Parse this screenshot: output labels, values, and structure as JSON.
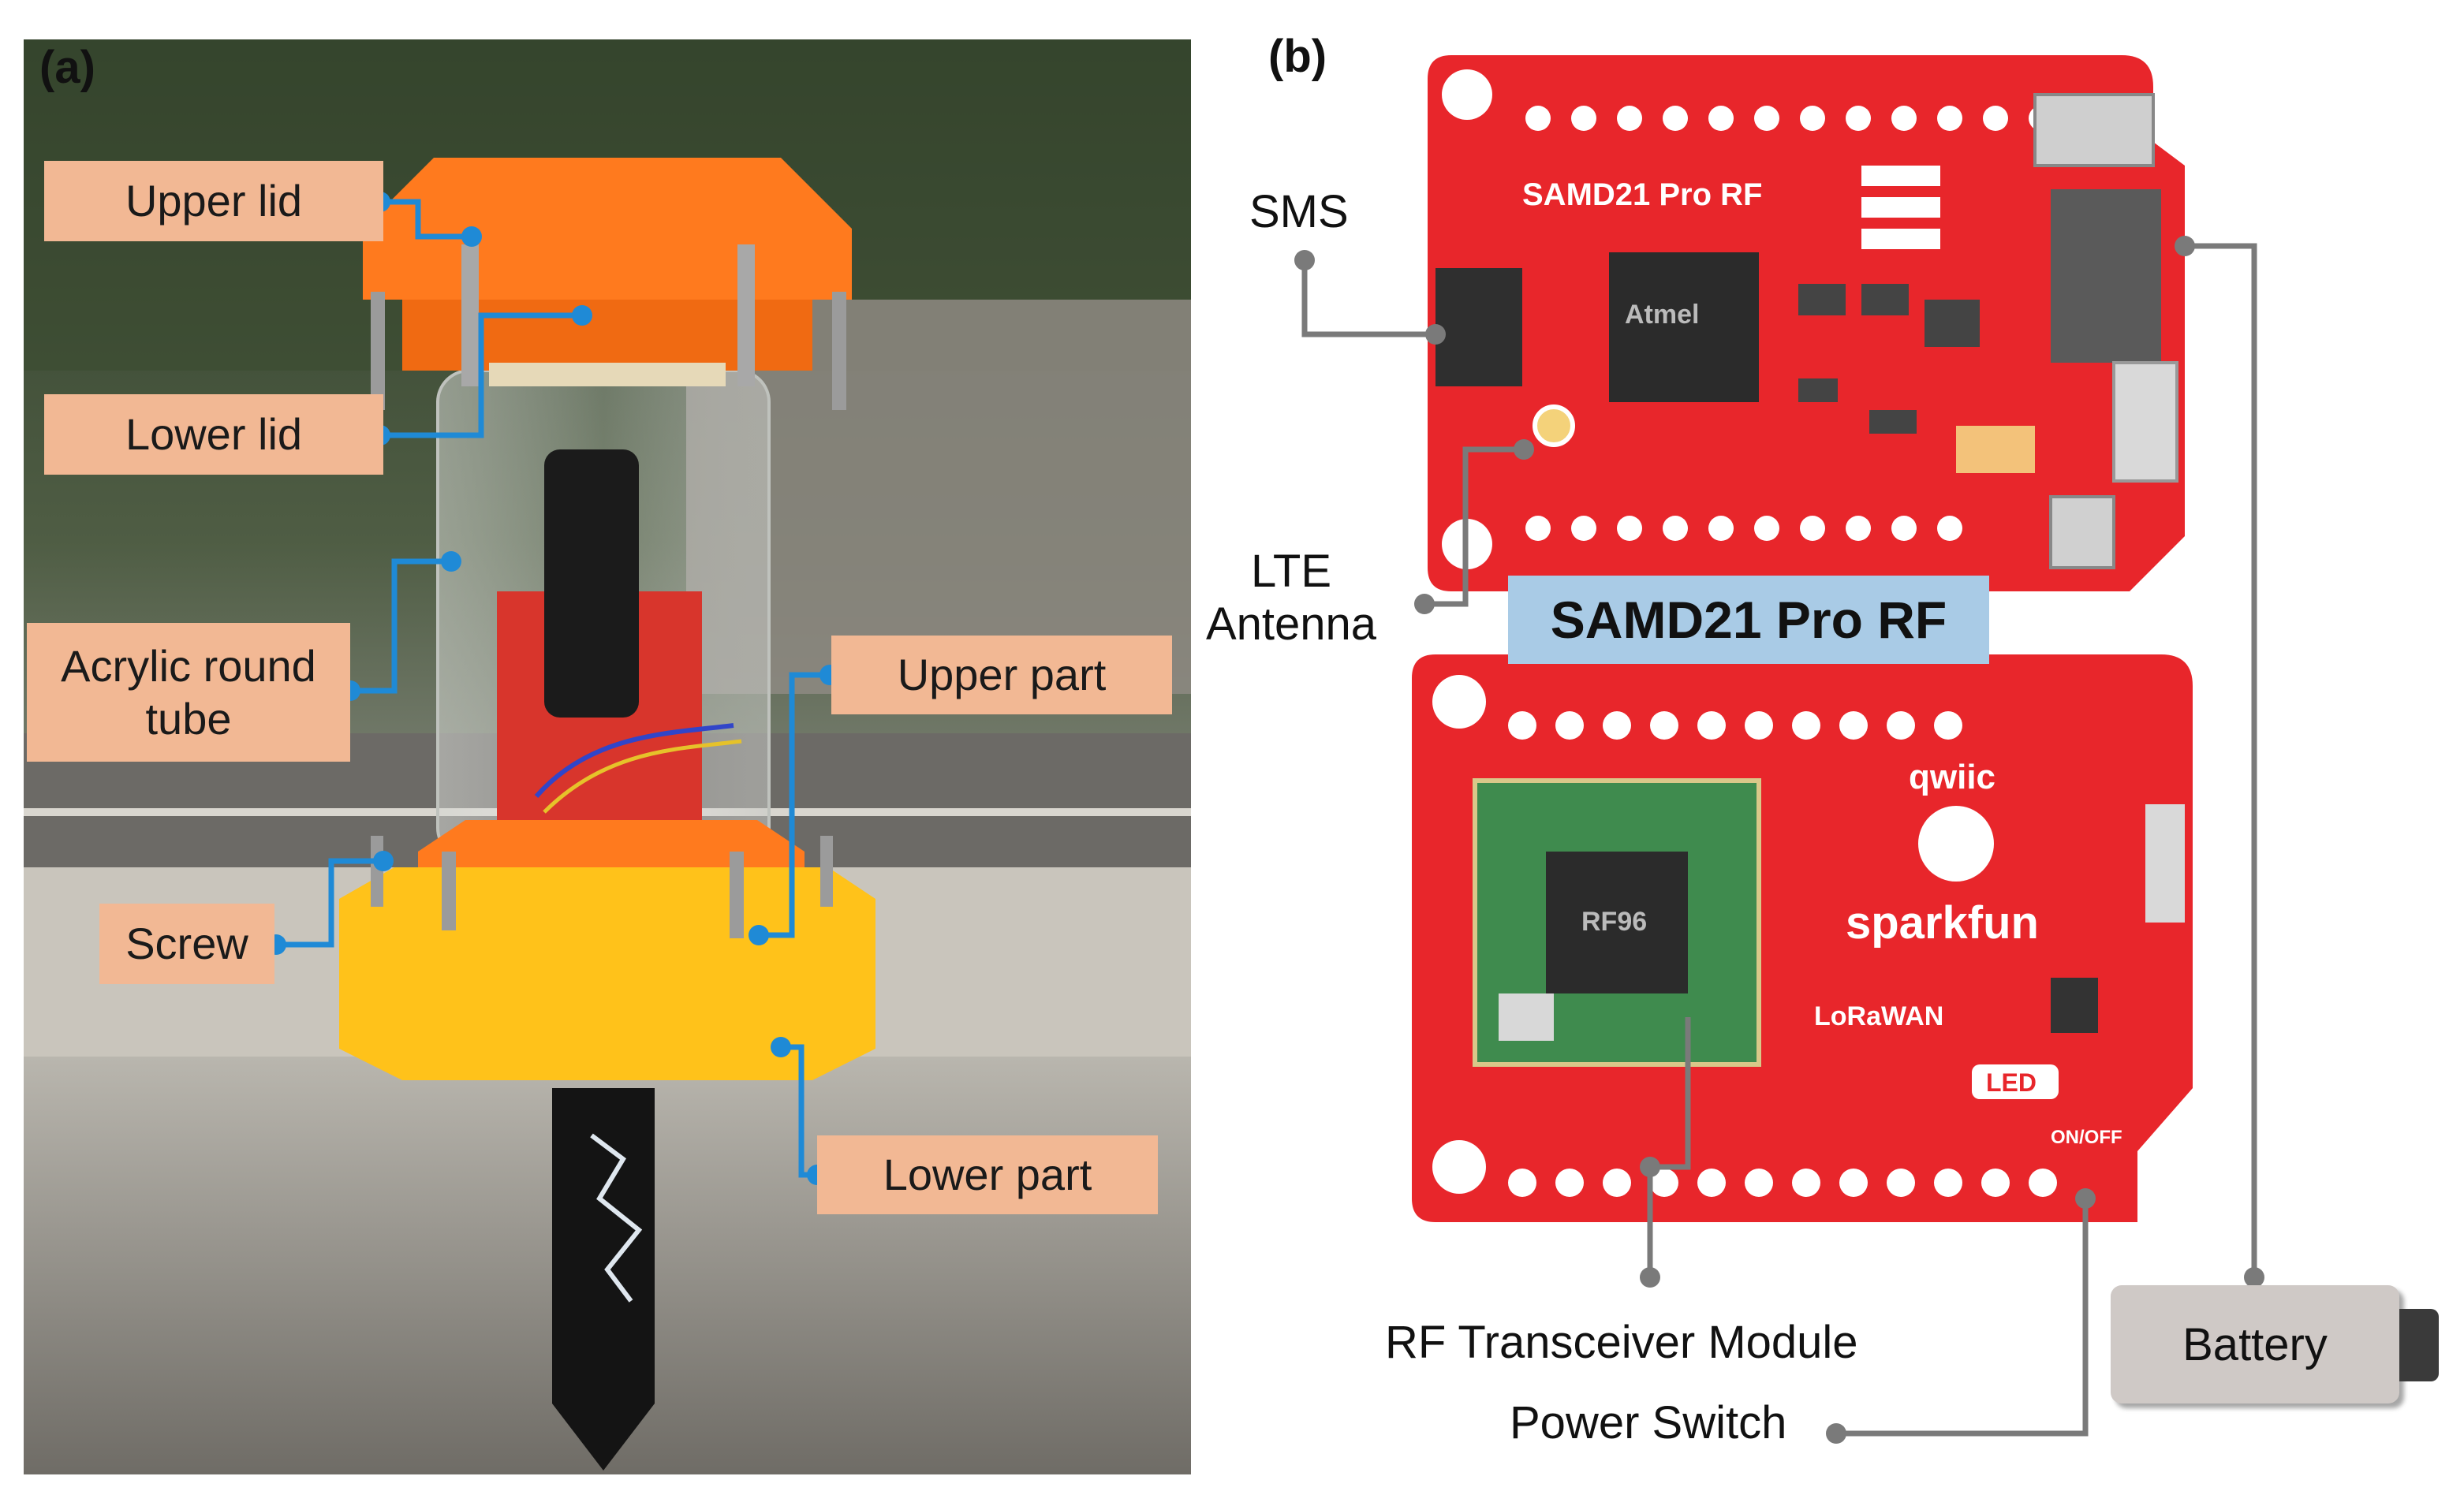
{
  "panels": {
    "a": {
      "label": "(a)"
    },
    "b": {
      "label": "(b)"
    }
  },
  "photo_labels": {
    "upper_lid": "Upper lid",
    "lower_lid": "Lower lid",
    "acrylic_tube_line1": "Acrylic round",
    "acrylic_tube_line2": "tube",
    "screw": "Screw",
    "upper_part": "Upper part",
    "lower_part": "Lower part"
  },
  "board_labels": {
    "sms": "SMS",
    "lte_line1": "LTE",
    "lte_line2": "Antenna",
    "board_title": "SAMD21 Pro RF",
    "rf_module": "RF Transceiver Module",
    "power_switch": "Power Switch",
    "battery": "Battery"
  },
  "pcb_silkscreen": {
    "top_name": "SAMD21 Pro RF",
    "brand": "sparkfun",
    "qwiic": "qwiic",
    "lorawan": "LoRaWAN",
    "led": "LED",
    "chip": "RF96",
    "mcu": "Atmel",
    "on_off": "ON/OFF"
  },
  "colors": {
    "tag_fill": "#f2b894",
    "photo_leader": "#1f8ad6",
    "board_leader": "#7a7a7a",
    "board_title_fill": "#a9cbe6",
    "pcb_red": "#e8262b",
    "lid_orange": "#ff7a1e",
    "base_yellow": "#ffc21a"
  }
}
